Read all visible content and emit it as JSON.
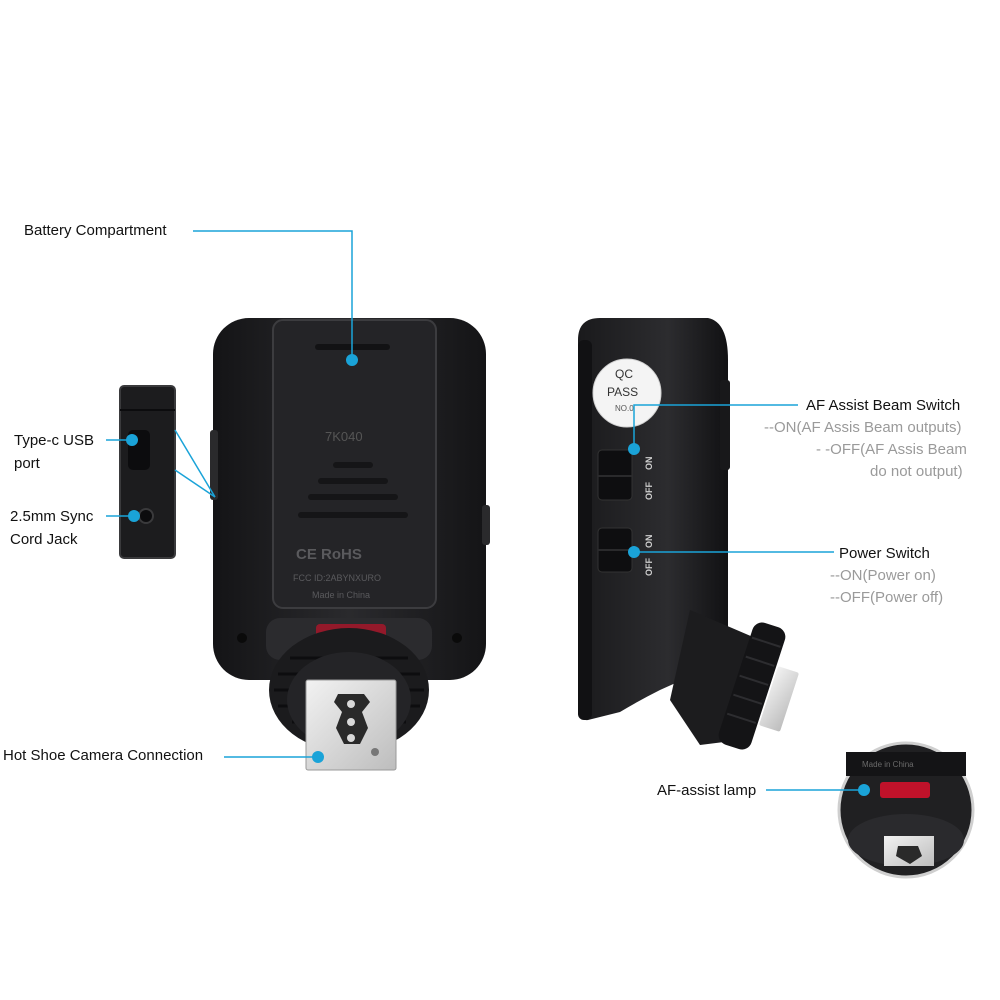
{
  "colors": {
    "accent": "#1aa3d8",
    "body": "#1d1d1f",
    "body_edge": "#3a3a3c",
    "sub_text": "#9a9a9a",
    "af_lamp": "#c0122a"
  },
  "labels": {
    "battery": "Battery Compartment",
    "usb_line1": "Type-c USB",
    "usb_line2": "port",
    "sync_line1": "2.5mm Sync",
    "sync_line2": "Cord Jack",
    "hotshoe": "Hot Shoe Camera Connection",
    "af_switch": "AF Assist Beam Switch",
    "af_on": "--ON(AF Assis Beam outputs)",
    "af_off_1": "-  -OFF(AF Assis Beam",
    "af_off_2": "do not output)",
    "power_switch": "Power Switch",
    "power_on": "--ON(Power on)",
    "power_off": "--OFF(Power off)",
    "af_lamp": "AF-assist lamp"
  },
  "device_print": {
    "serial": "7K040",
    "marks": "CE RoHS",
    "fcc": "FCC ID:2ABYNXURO",
    "made_in": "Made in China",
    "qc_1": "QC",
    "qc_2": "PASS",
    "qc_3": "NO.0",
    "switch_on": "ON",
    "switch_off": "OFF"
  }
}
